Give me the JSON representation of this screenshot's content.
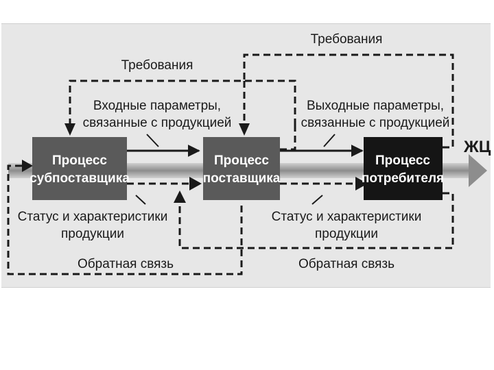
{
  "processes": {
    "subsupplier": {
      "line1": "Процесс",
      "line2": "субпоставщика",
      "color": "#5a5a5a"
    },
    "supplier": {
      "line1": "Процесс",
      "line2": "поставщика",
      "color": "#5a5a5a"
    },
    "consumer": {
      "line1": "Процесс",
      "line2": "потребителя",
      "color": "#151515"
    }
  },
  "labels": {
    "requirements_left": "Требования",
    "requirements_right": "Требования",
    "input_params": {
      "line1": "Входные параметры,",
      "line2": "связанные с продукцией"
    },
    "output_params": {
      "line1": "Выходные параметры,",
      "line2": "связанные с продукцией"
    },
    "status_left": {
      "line1": "Статус и характеристики",
      "line2": "продукции"
    },
    "status_right": {
      "line1": "Статус и характеристики",
      "line2": "продукции"
    },
    "feedback_left": "Обратная связь",
    "feedback_right": "Обратная связь",
    "lifecycle": "ЖЦ"
  },
  "colors": {
    "background": "#e7e7e7",
    "line": "#1a1a1a",
    "flow_band": "#9a9a9a"
  }
}
